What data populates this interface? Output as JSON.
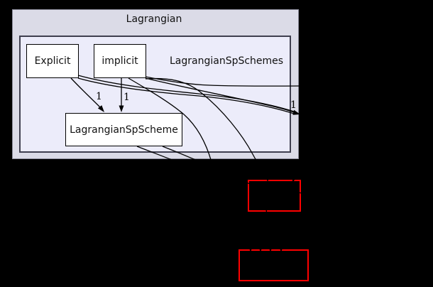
{
  "graph": {
    "outer_cluster": {
      "label": "Lagrangian"
    },
    "inner_cluster": {
      "label": "LagrangianSpSchemes"
    },
    "nodes": {
      "explicit": {
        "label": "Explicit"
      },
      "implicit": {
        "label": "implicit"
      },
      "scheme": {
        "label": "LagrangianSpScheme"
      }
    },
    "external_nodes": {
      "upper": {
        "label": ""
      },
      "lower": {
        "label": ""
      }
    },
    "edge_labels": {
      "explicit_to_scheme": "1",
      "implicit_to_scheme": "1",
      "to_external_right": "1"
    },
    "colors": {
      "background": "#000000",
      "outer_cluster_fill": "#dbdbe7",
      "outer_cluster_border": "#8b8b9a",
      "inner_cluster_fill": "#ececfa",
      "inner_cluster_border": "#3f3f4f",
      "node_fill": "#ffffff",
      "node_border": "#000000",
      "edge_color": "#000000",
      "external_node_border": "#ff0000"
    }
  }
}
